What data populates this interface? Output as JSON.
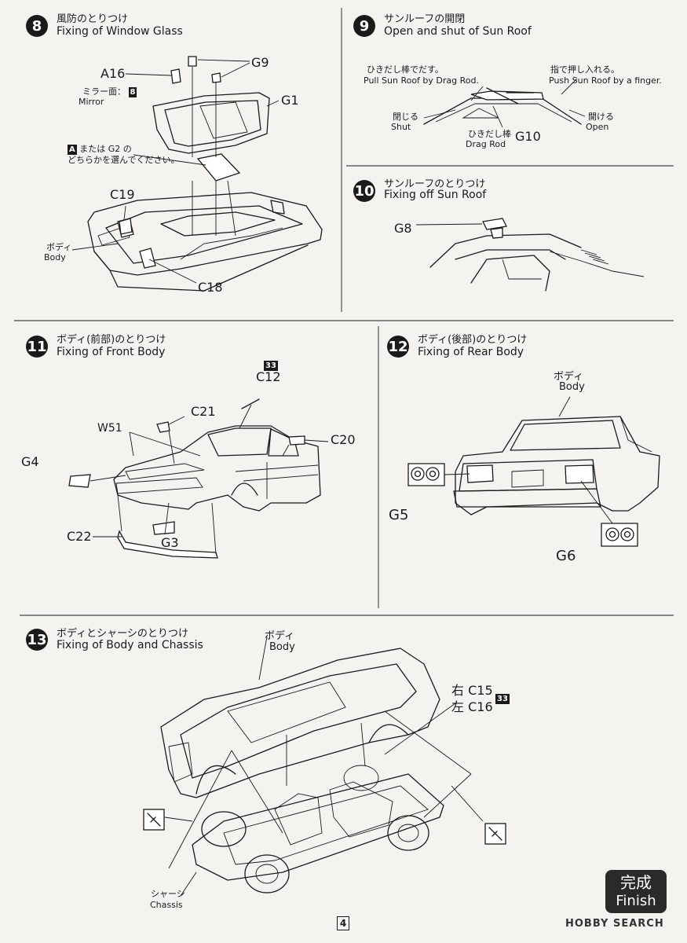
{
  "steps": [
    {
      "num": "8",
      "title_jp": "風防のとりつけ",
      "title_en": "Fixing of Window Glass"
    },
    {
      "num": "9",
      "title_jp": "サンルーフの開閉",
      "title_en": "Open and shut of Sun Roof"
    },
    {
      "num": "10",
      "title_jp": "サンルーフのとりつけ",
      "title_en": "Fixing off Sun Roof"
    },
    {
      "num": "11",
      "title_jp": "ボディ(前部)のとりつけ",
      "title_en": "Fixing of Front Body"
    },
    {
      "num": "12",
      "title_jp": "ボディ(後部)のとりつけ",
      "title_en": "Fixing of Rear Body"
    },
    {
      "num": "13",
      "title_jp": "ボディとシャーシのとりつけ",
      "title_en": "Fixing of Body and Chassis"
    }
  ],
  "step8": {
    "a16": "A16",
    "g9": "G9",
    "g1": "G1",
    "mirror_jp": "ミラー面：",
    "mirror_box": "8",
    "mirror_en": "Mirror",
    "choose_box": "A",
    "choose_line1": "または G2 の",
    "choose_line2": "どちらかを選んでください。",
    "c19": "C19",
    "body_jp": "ボディ",
    "body_en": "Body",
    "c18": "C18"
  },
  "step9": {
    "drag_jp": "ひきだし棒でだす。",
    "drag_en": "Pull Sun Roof by Drag Rod.",
    "push_jp": "指で押し入れる。",
    "push_en": "Push Sun Roof by a finger.",
    "shut_jp": "閉じる",
    "shut_en": "Shut",
    "rod_jp": "ひきだし棒",
    "rod_en": "Drag Rod",
    "g10": "G10",
    "open_jp": "開ける",
    "open_en": "Open"
  },
  "step10": {
    "g8": "G8"
  },
  "step11": {
    "box33": "33",
    "c12": "C12",
    "c21": "C21",
    "w51": "W51",
    "c20": "C20",
    "g4": "G4",
    "c22": "C22",
    "g3": "G3"
  },
  "step12": {
    "body_jp": "ボディ",
    "body_en": "Body",
    "g5": "G5",
    "g6": "G6"
  },
  "step13": {
    "body_jp": "ボディ",
    "body_en": "Body",
    "c15": "右 C15",
    "c16": "左 C16",
    "box33": "33",
    "chassis_jp": "シャーシ",
    "chassis_en": "Chassis"
  },
  "finish": {
    "jp": "完成",
    "en": "Finish"
  },
  "page_number": "4",
  "watermark": "HOBBY SEARCH"
}
